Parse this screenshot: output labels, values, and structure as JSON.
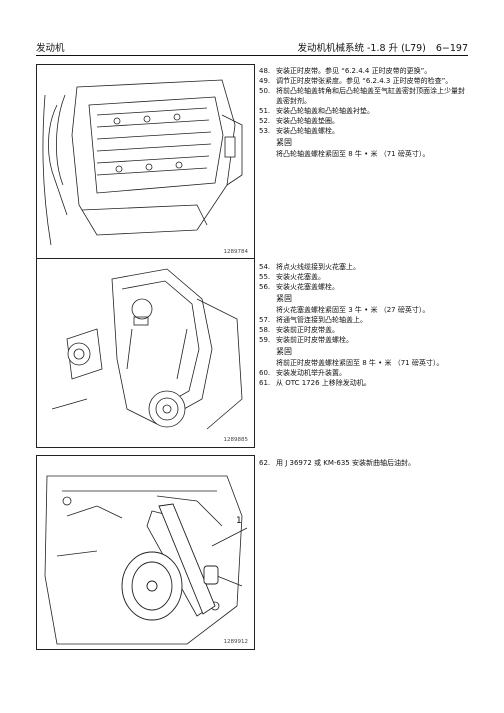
{
  "header": {
    "left": "发动机",
    "title": "发动机机械系统 -1.8 升 (L79)",
    "page": "6−197"
  },
  "figures": [
    {
      "id": "1289784"
    },
    {
      "id": "1289885"
    },
    {
      "id": "1289912",
      "callout": "1"
    }
  ],
  "section1": [
    {
      "num": "48.",
      "text": "安装正时皮带。参见 “6.2.4.4 正时皮带的更换”。"
    },
    {
      "num": "49.",
      "text": "调节正时皮带张紧度。参见 “6.2.4.3 正时皮带的检查”。"
    },
    {
      "num": "50.",
      "text": "将前凸轮轴盖转角和后凸轮轴盖至气缸盖密封顶面涂上少量封盖密封剂。"
    },
    {
      "num": "51.",
      "text": "安装凸轮轴盖和凸轮轴盖衬垫。"
    },
    {
      "num": "52.",
      "text": "安装凸轮轴盖垫圈。"
    },
    {
      "num": "53.",
      "text": "安装凸轮轴盖螺栓。"
    }
  ],
  "note1": {
    "title": "紧固",
    "text": "将凸轮轴盖螺栓紧固至 8 牛 • 米 （71 磅英寸）。"
  },
  "section2a": [
    {
      "num": "54.",
      "text": "将点火线缆接到火花塞上。"
    },
    {
      "num": "55.",
      "text": "安装火花塞盖。"
    },
    {
      "num": "56.",
      "text": "安装火花塞盖螺栓。"
    }
  ],
  "note2": {
    "title": "紧固",
    "text": "将火花塞盖螺栓紧固至 3 牛 • 米 （27 磅英寸）。"
  },
  "section2b": [
    {
      "num": "57.",
      "text": "将通气管连接到凸轮轴盖上。"
    },
    {
      "num": "58.",
      "text": "安装前正时皮带盖。"
    },
    {
      "num": "59.",
      "text": "安装前正时皮带盖螺栓。"
    }
  ],
  "note3": {
    "title": "紧固",
    "text": "将前正时皮带盖螺栓紧固至 8 牛 • 米 （71 磅英寸）。"
  },
  "section2c": [
    {
      "num": "60.",
      "text": "安装发动机举升装置。"
    },
    {
      "num": "61.",
      "text": "从 OTC 1726 上移除发动机。"
    }
  ],
  "section3": [
    {
      "num": "62.",
      "text": "用 J 36972 或 KM-635 安装新曲轴后油封。"
    }
  ]
}
